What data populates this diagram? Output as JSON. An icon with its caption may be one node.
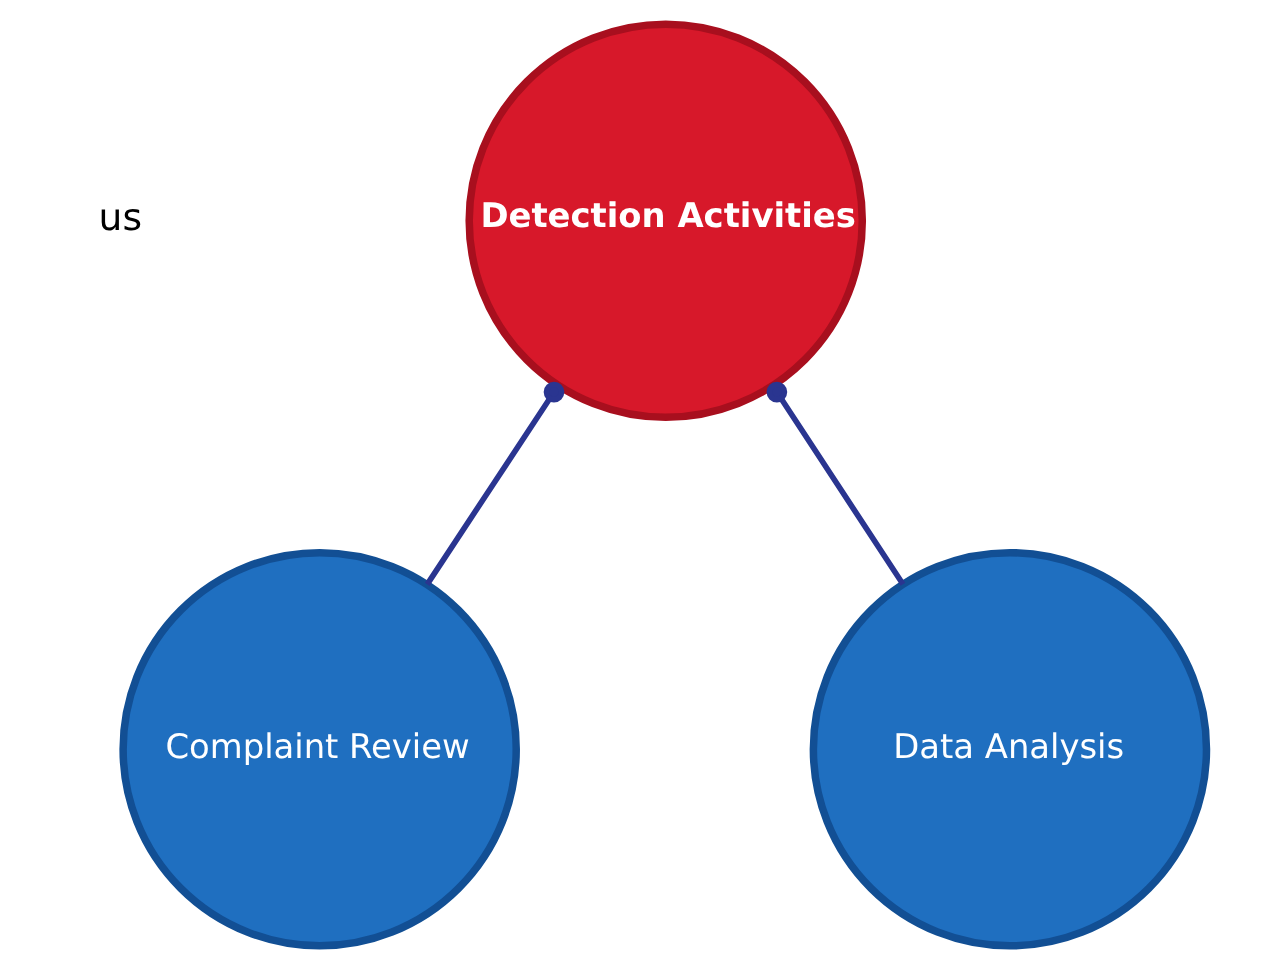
{
  "diagram": {
    "nodes": [
      {
        "text": [
          "Detection Activities"
        ]
      },
      {
        "text": [
          "Complaint Review"
        ]
      },
      {
        "text": [
          "Data Analysis"
        ]
      }
    ],
    "edges": [
      {
        "from": 0,
        "to": 1,
        "arrow": "other"
      },
      {
        "from": 0,
        "to": 2,
        "arrow": "other"
      }
    ],
    "labels": [
      "us"
    ]
  }
}
